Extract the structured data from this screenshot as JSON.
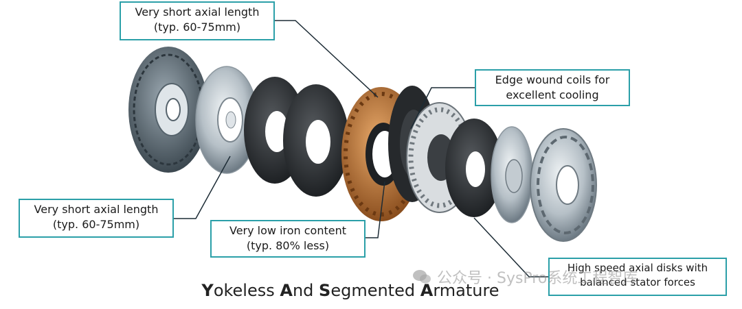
{
  "callouts": {
    "top_left": {
      "line1": "Very short axial length",
      "line2": "(typ. 60-75mm)"
    },
    "bottom_left": {
      "line1": "Very short axial length",
      "line2": "(typ. 60-75mm)"
    },
    "top_right": {
      "line1": "Edge wound coils for",
      "line2": "excellent cooling"
    },
    "bottom_mid": {
      "line1": "Very low iron content",
      "line2": "(typ. 80% less)"
    },
    "bottom_right": {
      "line1": "High speed axial disks with",
      "line2": "balanced stator forces"
    }
  },
  "caption": {
    "w1_initial": "Y",
    "w1_rest": "okeless ",
    "w2_initial": "A",
    "w2_rest": "nd ",
    "w3_initial": "S",
    "w3_rest": "egmented ",
    "w4_initial": "A",
    "w4_rest": "rmature"
  },
  "watermark": {
    "text": "公众号 · SysPro系统工程智库"
  },
  "colors": {
    "callout_border": "#2a9fa8",
    "leader_line": "#1c2b35",
    "copper": "#c07a3a",
    "steel": "#b9c2c9",
    "dark_disc": "#2b2e31"
  }
}
